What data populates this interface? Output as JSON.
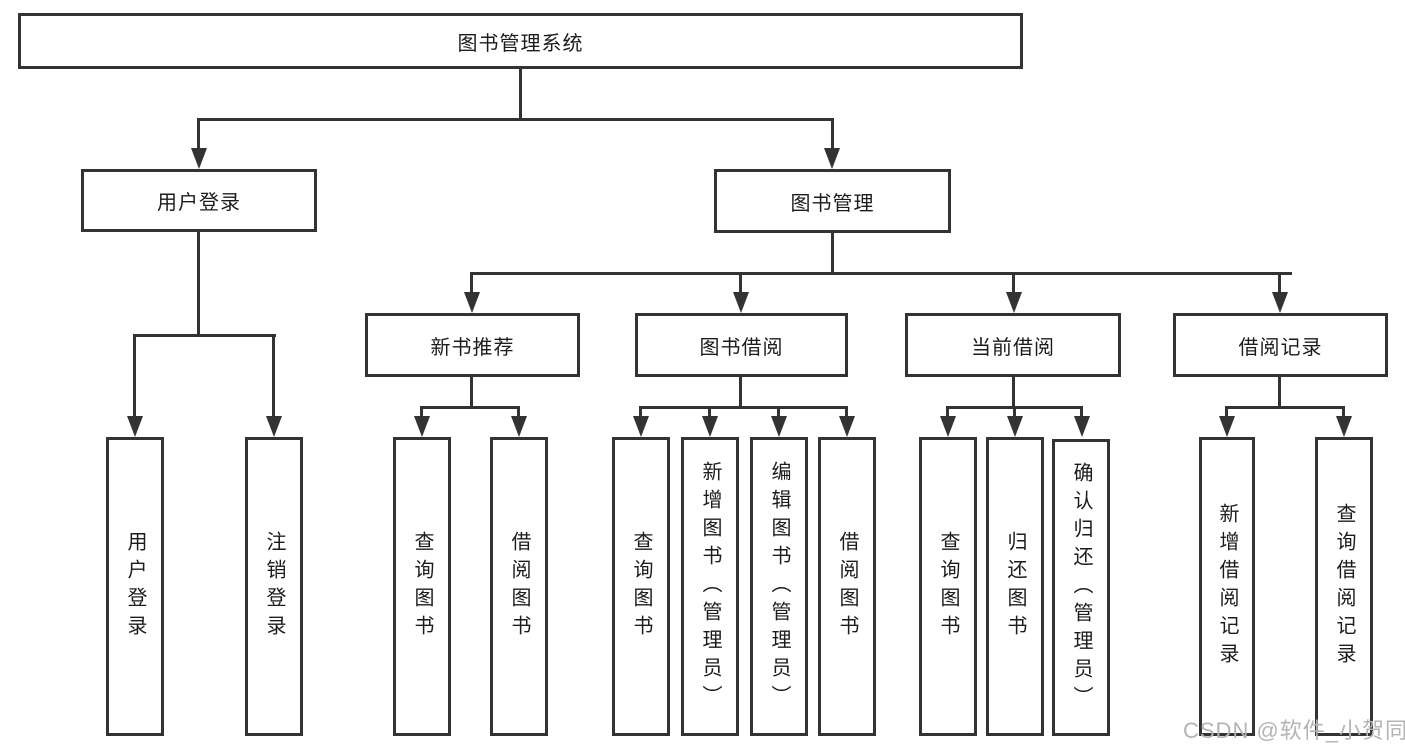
{
  "nodes": {
    "root": "图书管理系统",
    "user_login": "用户登录",
    "book_mgmt": "图书管理",
    "new_book_rec": "新书推荐",
    "book_borrow": "图书借阅",
    "current_borrow": "当前借阅",
    "borrow_records": "借阅记录",
    "leaf_user_login": "用户登录",
    "leaf_logout": "注销登录",
    "leaf_nr_query": "查询图书",
    "leaf_nr_borrow": "借阅图书",
    "leaf_bb_query": "查询图书",
    "leaf_bb_add": "新增图书（管理员）",
    "leaf_bb_edit": "编辑图书（管理员）",
    "leaf_bb_borrow": "借阅图书",
    "leaf_cb_query": "查询图书",
    "leaf_cb_return": "归还图书",
    "leaf_cb_confirm": "确认归还（管理员）",
    "leaf_br_add": "新增借阅记录",
    "leaf_br_query": "查询借阅记录"
  },
  "watermark": "CSDN @软件_小贺同学",
  "colors": {
    "line": "#333333",
    "box_border": "#333333",
    "text": "#1c1c1c",
    "watermark": "#b4b4b4",
    "background": "#ffffff"
  }
}
